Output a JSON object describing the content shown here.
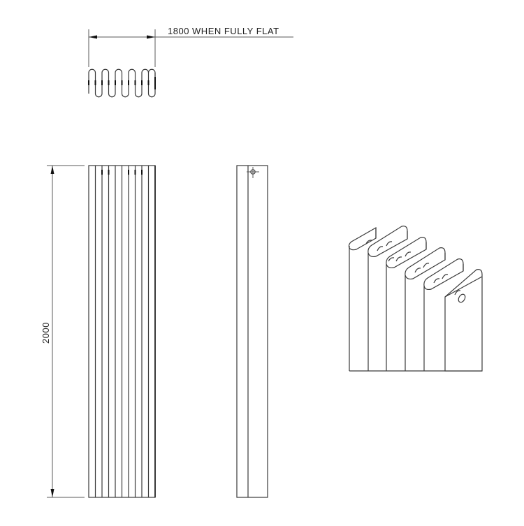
{
  "drawing": {
    "top_view": {
      "dimension_label": "1800 WHEN FULLY FLAT"
    },
    "front_view": {
      "height_label": "2000",
      "fin_count": 10
    },
    "side_view": {
      "mount_marker": "crosshair"
    },
    "isometric_view": {
      "fold_count": 6
    },
    "colors": {
      "line": "#3a3a3a",
      "background": "#ffffff"
    }
  }
}
